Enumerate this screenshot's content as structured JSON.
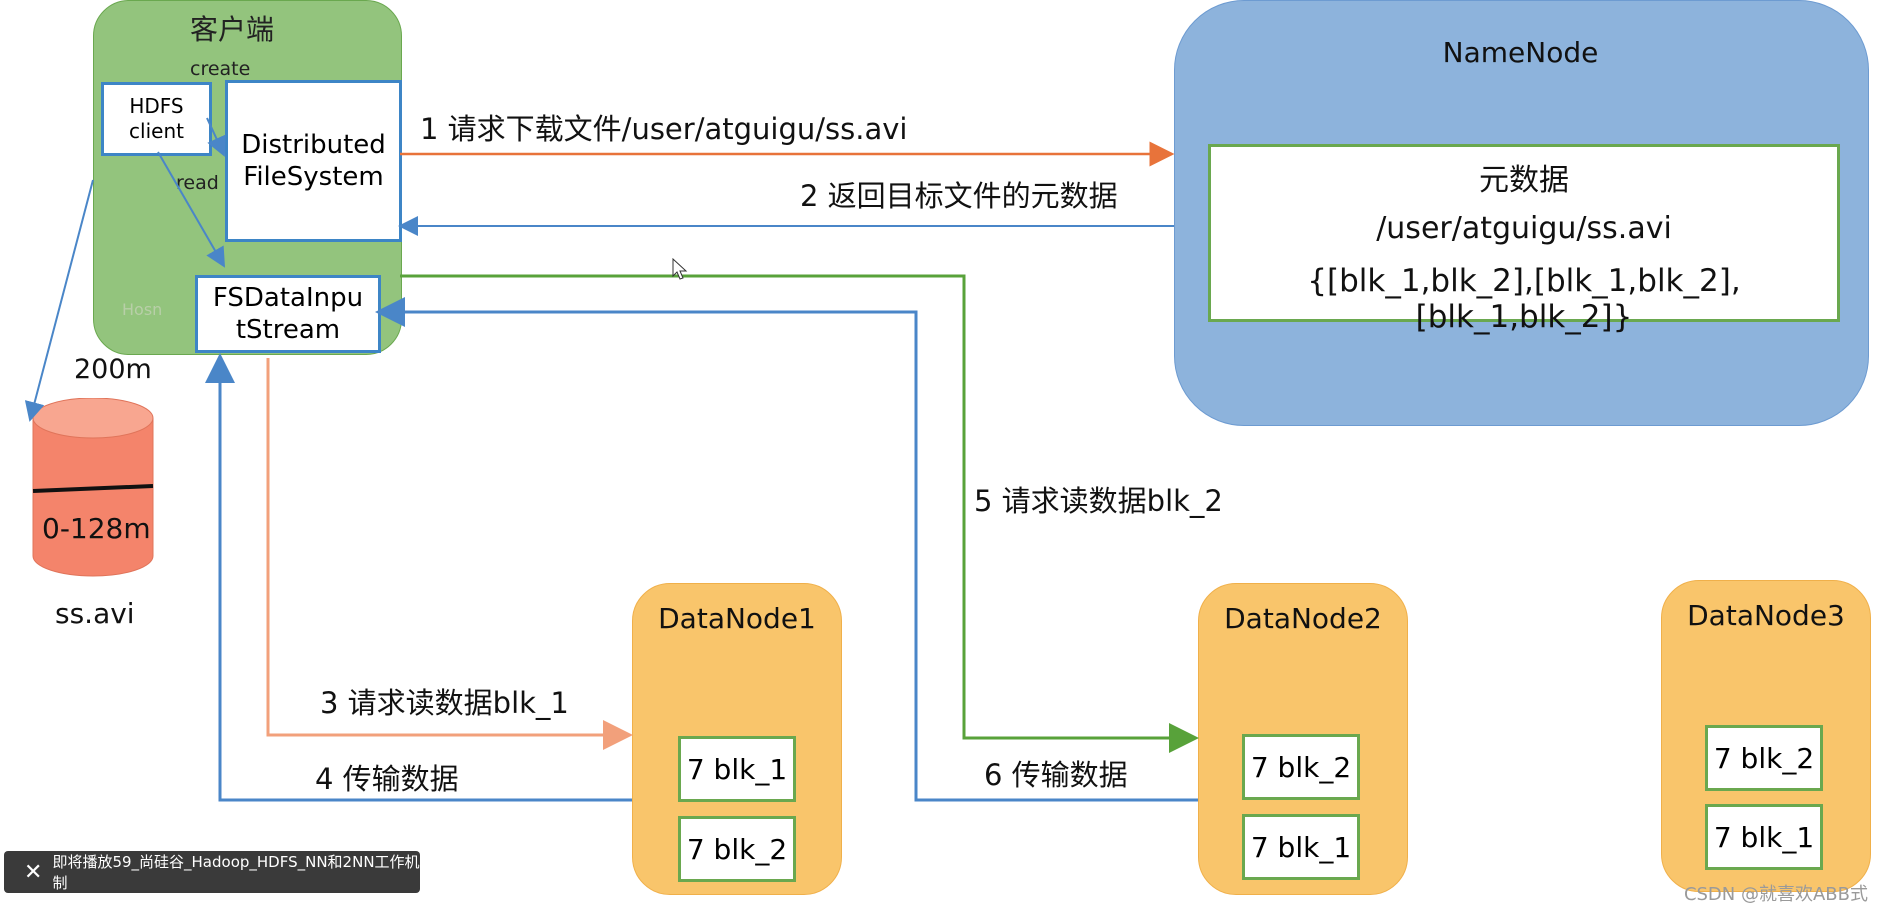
{
  "client": {
    "title": "客户端",
    "create_label": "create",
    "read_label": "read",
    "hdfs_client": [
      "HDFS",
      "client"
    ],
    "dfs": [
      "Distributed",
      "FileSystem"
    ],
    "fsdis": [
      "FSDataInpu",
      "tStream"
    ],
    "faint_text": "Hosn"
  },
  "local_file": {
    "size_label": "200m",
    "range_label": "0-128m",
    "name": "ss.avi",
    "color": "#f4846b"
  },
  "namenode": {
    "title": "NameNode",
    "meta_title": "元数据",
    "meta_path": "/user/atguigu/ss.avi",
    "meta_blocks": "{[blk_1,blk_2],[blk_1,blk_2],[blk_1,blk_2]}"
  },
  "steps": {
    "s1": "1 请求下载文件/user/atguigu/ss.avi",
    "s2": "2 返回目标文件的元数据",
    "s3": "3 请求读数据blk_1",
    "s4": "4 传输数据",
    "s5": "5 请求读数据blk_2",
    "s6": "6 传输数据"
  },
  "datanodes": [
    {
      "name": "DataNode1",
      "blocks": [
        "7 blk_1",
        "7 blk_2"
      ]
    },
    {
      "name": "DataNode2",
      "blocks": [
        "7 blk_2",
        "7 blk_1"
      ]
    },
    {
      "name": "DataNode3",
      "blocks": [
        "7 blk_2",
        "7 blk_1"
      ]
    }
  ],
  "toast": {
    "text": "即将播放59_尚硅谷_Hadoop_HDFS_NN和2NN工作机制",
    "close_icon": "close-icon"
  },
  "watermark": "CSDN @就喜欢ABB式",
  "colors": {
    "client_bg": "#93c47d",
    "namenode_bg": "#8db3dc",
    "datanode_bg": "#f9c56b",
    "arrow_orange": "#e8733a",
    "arrow_blue": "#4a86c8",
    "arrow_green": "#58a23a",
    "arrow_salmon": "#f2a07b"
  }
}
